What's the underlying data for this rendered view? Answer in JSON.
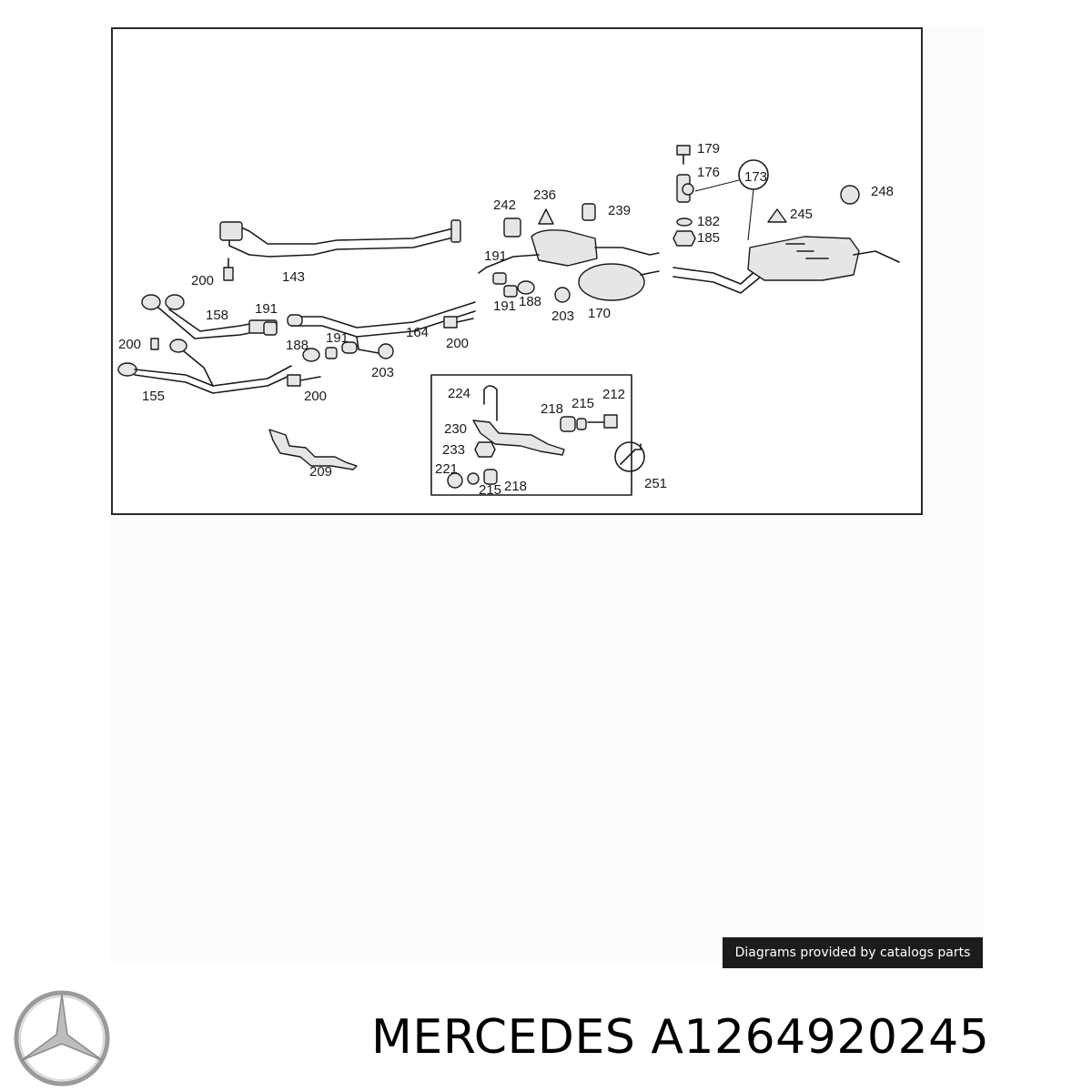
{
  "diagram": {
    "callouts": [
      "179",
      "176",
      "173",
      "248",
      "242",
      "236",
      "239",
      "182",
      "185",
      "245",
      "191",
      "143",
      "200",
      "158",
      "191",
      "200",
      "188",
      "191",
      "164",
      "200",
      "203",
      "191",
      "188",
      "203",
      "170",
      "155",
      "200",
      "224",
      "218",
      "215",
      "212",
      "230",
      "233",
      "221",
      "215",
      "218",
      "251",
      "209"
    ]
  },
  "credit": {
    "text": "Diagrams provided by catalogs parts"
  },
  "logo": {
    "icon": "mercedes-star-icon"
  },
  "title": {
    "text": "MERCEDES A1264920245"
  }
}
